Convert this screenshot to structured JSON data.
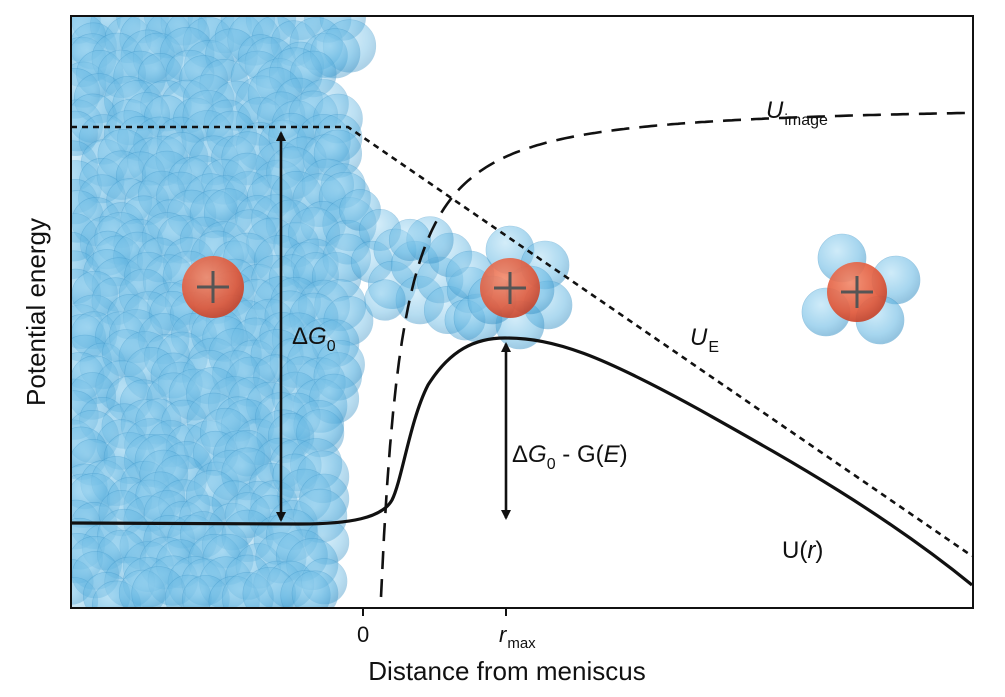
{
  "axes": {
    "ylabel": "Potential energy",
    "xlabel": "Distance from meniscus",
    "xtick_zero": "0",
    "xtick_rmax_main": "r",
    "xtick_rmax_sub": "max"
  },
  "curves": {
    "u_image": {
      "main": "U",
      "sub": "image"
    },
    "u_e": {
      "main": "U",
      "sub": "E"
    },
    "u_r": {
      "pre": "U(",
      "var": "r",
      "post": ")"
    }
  },
  "annotations": {
    "delta_g0": {
      "delta": "Δ",
      "main": "G",
      "sub": "0"
    },
    "barrier": {
      "delta": "Δ",
      "main": "G",
      "sub": "0",
      "mid": " - G(",
      "var": "E",
      "post": ")"
    }
  },
  "colors": {
    "water": "#5fb5e2",
    "water_edge": "#3d95c8",
    "ion": "#e0583a",
    "curve": "#111111"
  },
  "icons": [
    "ion-cation-icon",
    "water-molecule-icon"
  ]
}
